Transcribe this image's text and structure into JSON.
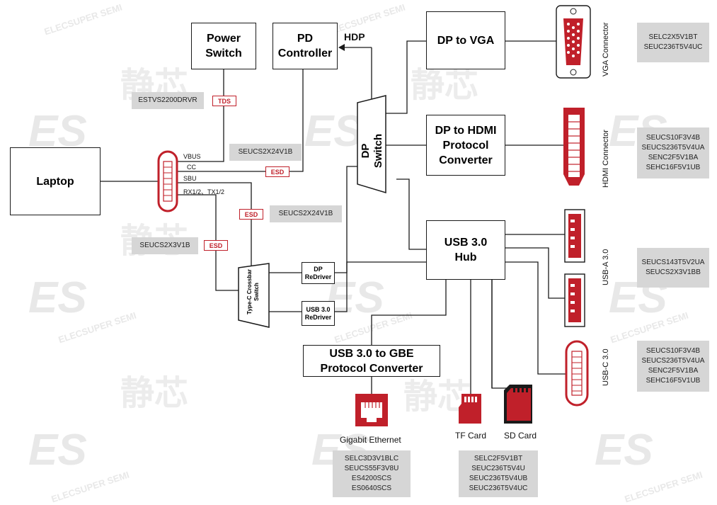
{
  "watermarks": {
    "mark": "ES",
    "text": "ELECSUPER SEMI",
    "chinese": "静芯"
  },
  "blocks": {
    "laptop": "Laptop",
    "power_switch": "Power Switch",
    "pd_controller": "PD Controller",
    "dp_switch": "DP Switch",
    "dp_to_vga": "DP to VGA",
    "dp_to_hdmi": "DP to HDMI Protocol Converter",
    "usb_hub": "USB 3.0 Hub",
    "typec_switch": "Type-C Crossbar Switch",
    "dp_redriver": "DP ReDriver",
    "usb_redriver": "USB 3.0 ReDriver",
    "usb_to_gbe": "USB 3.0 to GBE Protocol Converter"
  },
  "signals": {
    "vbus": "VBUS",
    "cc": "CC",
    "sbu": "SBU",
    "rx_tx": "RX1/2、TX1/2",
    "hdp": "HDP"
  },
  "protection": {
    "tds": "TDS",
    "esd": "ESD"
  },
  "part_numbers": {
    "power_switch": [
      "ESTVS2200DRVR"
    ],
    "cc_line": [
      "SEUCS2X24V1B"
    ],
    "sbu_line": [
      "SEUCS2X24V1B"
    ],
    "rx_tx_line": [
      "SEUCS2X3V1B"
    ],
    "vga": [
      "SELC2X5V1BT",
      "SEUC236T5V4UC"
    ],
    "hdmi": [
      "SEUCS10F3V4B",
      "SEUCS236T5V4UA",
      "SENC2F5V1BA",
      "SEHC16F5V1UB"
    ],
    "usb_a": [
      "SEUCS143T5V2UA",
      "SEUCS2X3V1BB"
    ],
    "usb_c": [
      "SEUCS10F3V4B",
      "SEUCS236T5V4UA",
      "SENC2F5V1BA",
      "SEHC16F5V1UB"
    ],
    "ethernet": [
      "SELC3D3V1BLC",
      "SEUCS55F3V8U",
      "ES4200SCS",
      "ES0640SCS"
    ],
    "cards": [
      "SELC2F5V1BT",
      "SEUC236T5V4U",
      "SEUC236T5V4UB",
      "SEUC236T5V4UC"
    ]
  },
  "connectors": {
    "vga": "VGA Connector",
    "hdmi": "HDMI Connector",
    "usb_a": "USB-A 3.0",
    "usb_c": "USB-C 3.0",
    "ethernet": "Gigabit Ethernet",
    "tf": "TF Card",
    "sd": "SD Card"
  },
  "colors": {
    "accent": "#c0202a",
    "panel": "#d6d6d6",
    "line": "#1a1a1a"
  }
}
